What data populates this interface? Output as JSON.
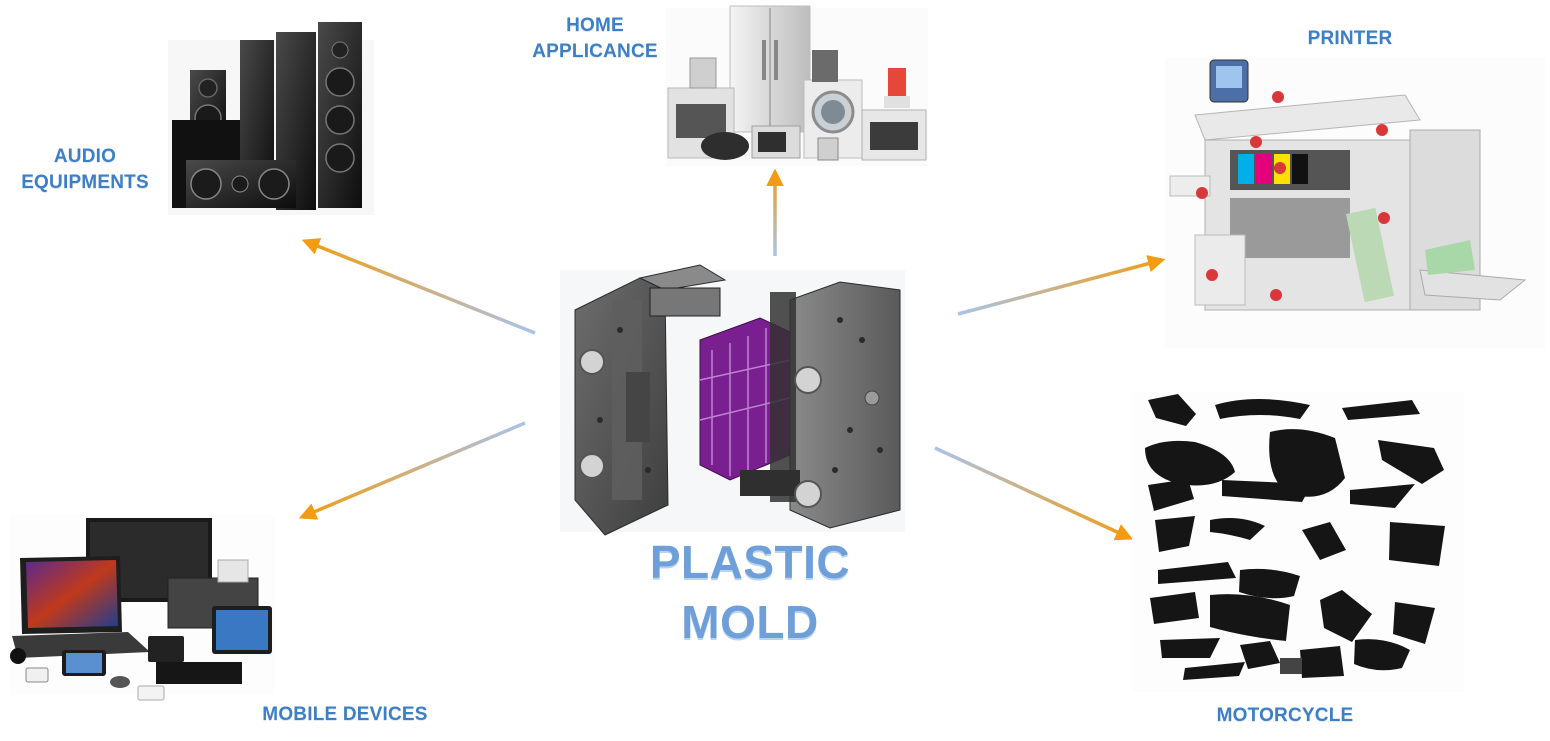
{
  "title": "PLASTIC MOLD",
  "nodes": {
    "audio": {
      "line1": "AUDIO",
      "line2": "EQUIPMENTS",
      "image_icon": "speaker-system-icon"
    },
    "home": {
      "line1": "HOME",
      "line2": "APPLICANCE",
      "image_icon": "home-appliances-icon"
    },
    "printer": {
      "line1": "PRINTER",
      "image_icon": "office-printer-icon"
    },
    "mobile": {
      "line1": "MOBILE DEVICES",
      "image_icon": "mobile-devices-icon"
    },
    "motorcycle": {
      "line1": "MOTORCYCLE",
      "image_icon": "motorcycle-parts-icon"
    }
  },
  "center_icon": "injection-mold-icon",
  "colors": {
    "label": "#3d7fc6",
    "title": "#6e9fd8",
    "arrow_start": "#a9c3ea",
    "arrow_end": "#f39c12"
  }
}
